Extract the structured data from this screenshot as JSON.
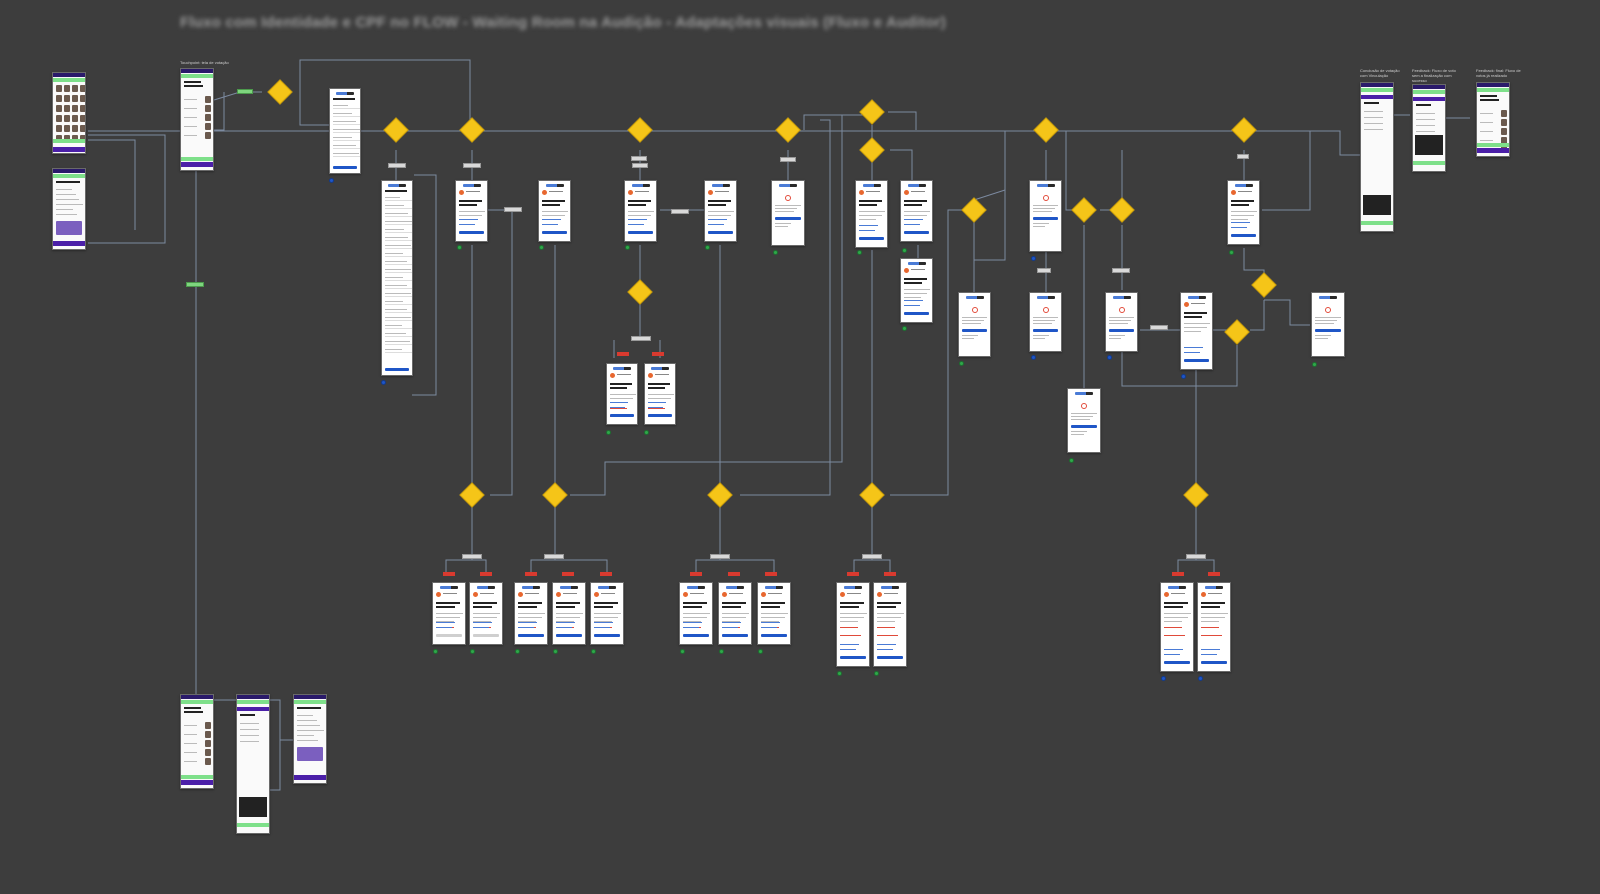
{
  "title": "Fluxo com Identidade e CPF no FLOW - Waiting Room na Audição - Adaptações visuais (Fluxo e Auditor)",
  "captions": {
    "left_top": "Touchpoint: tela de votação",
    "right_1": "Conclusão de votação com Vinculação",
    "right_2": "Feedback: Fluxo de voto sem a finalização com sucesso",
    "right_3": "Feedback: final: Fluxo de votos já realizado"
  },
  "colors": {
    "background": "#3d3d3d",
    "connector": "#7c8aa0",
    "decision": "#f5c518",
    "screen": "#ffffff",
    "primary_button": "#1f56c7",
    "error": "#d93a2f",
    "success": "#2fa84a",
    "brand": "#4b1fa8"
  },
  "icons": [
    "decision-diamond",
    "success-dot",
    "info-dot",
    "error-ring"
  ]
}
